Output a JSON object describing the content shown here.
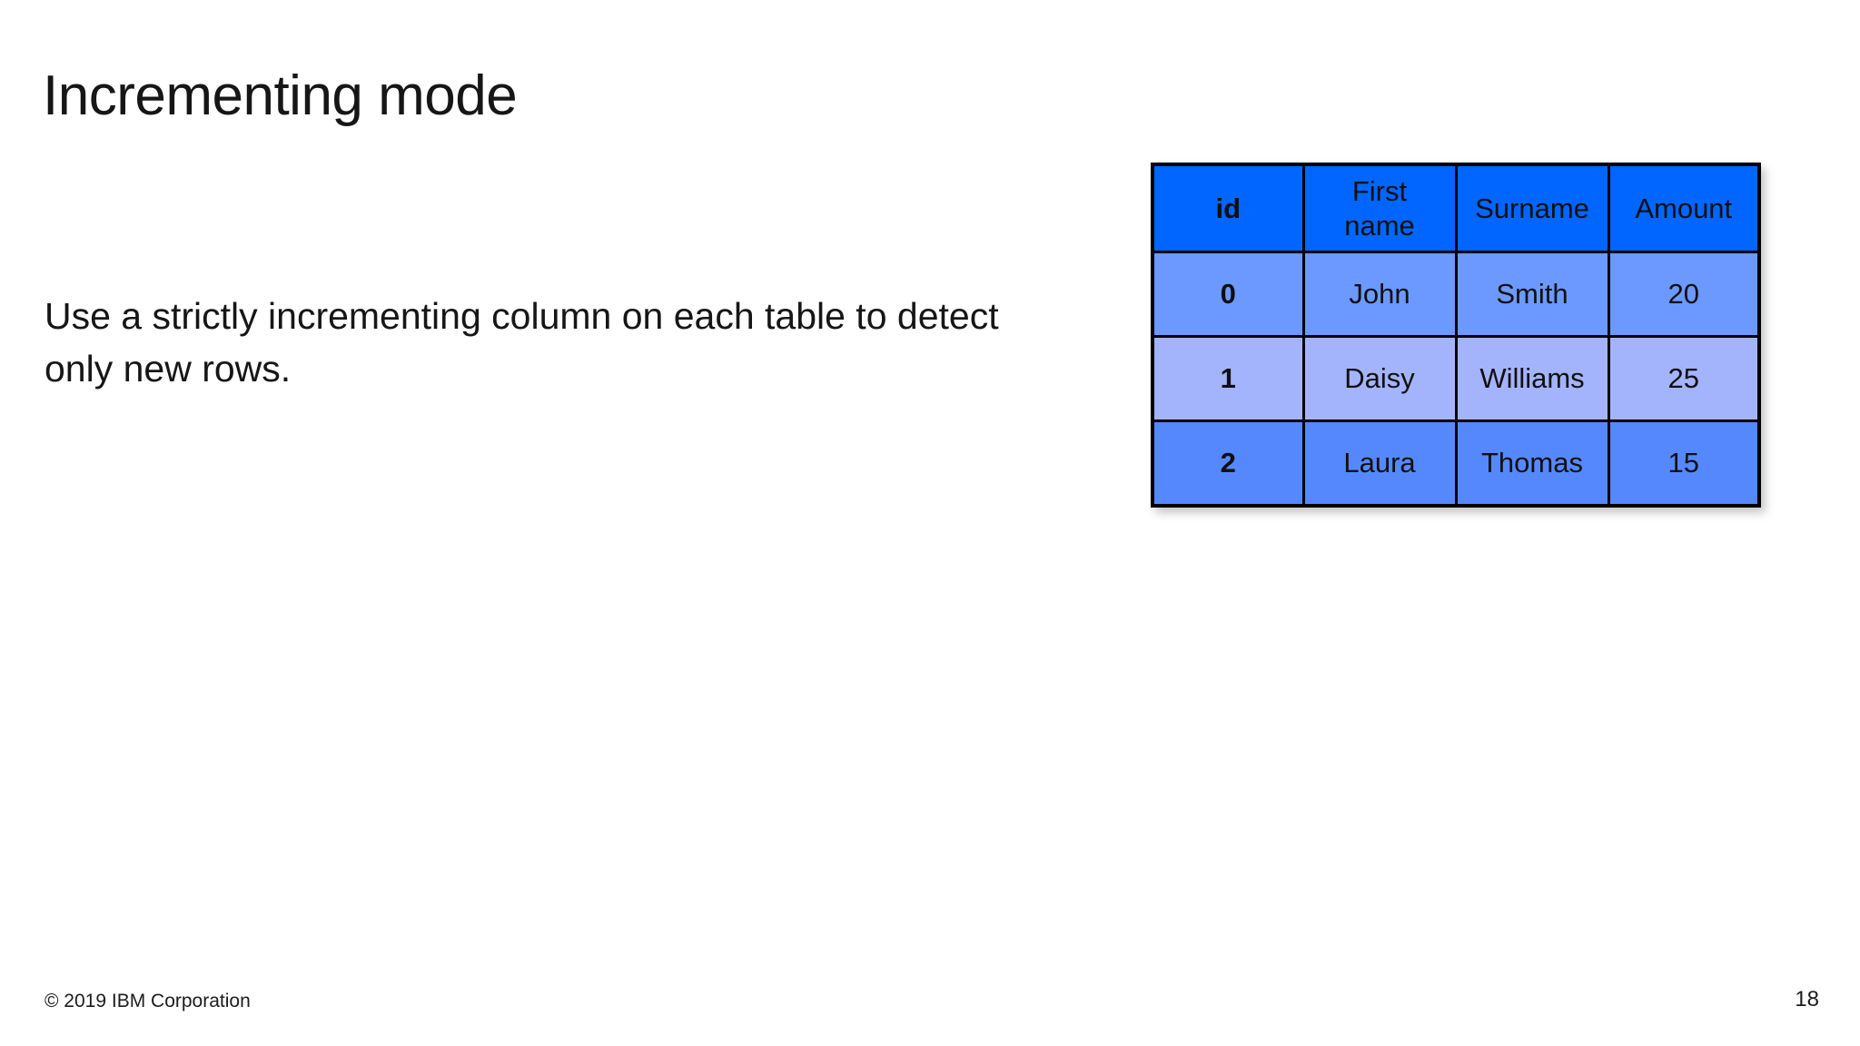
{
  "slide": {
    "title": "Incrementing mode",
    "body_text": "Use a strictly incrementing column on each table to detect only new rows.",
    "page_number": "18",
    "copyright": "© 2019 IBM Corporation"
  },
  "colors": {
    "header_blue": "#0066FF",
    "row_tone_a": "#6B99FF",
    "row_tone_b": "#A3B4FC",
    "row_tone_c": "#5588FD",
    "border": "#000000",
    "text": "#161616",
    "background": "#FFFFFF"
  },
  "table": {
    "columns": [
      {
        "key": "id",
        "label": "id"
      },
      {
        "key": "first",
        "label_line1": "First",
        "label_line2": "name"
      },
      {
        "key": "surname",
        "label": "Surname"
      },
      {
        "key": "amount",
        "label": "Amount"
      }
    ],
    "rows": [
      {
        "id": "0",
        "first": "John",
        "surname": "Smith",
        "amount": "20"
      },
      {
        "id": "1",
        "first": "Daisy",
        "surname": "Williams",
        "amount": "25"
      },
      {
        "id": "2",
        "first": "Laura",
        "surname": "Thomas",
        "amount": "15"
      }
    ]
  }
}
